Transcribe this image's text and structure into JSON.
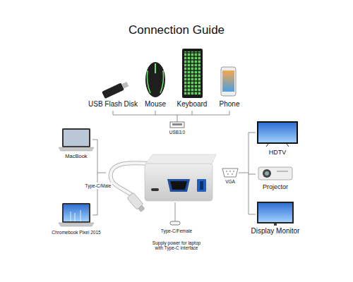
{
  "diagram": {
    "title": "Connection Guide",
    "labels": [
      "USB Flash Disk",
      "Mouse",
      "Keyboard",
      "Phone",
      "USB3.0",
      "MacBook",
      "Type-C/Male",
      "Chromebook Pixel 2015",
      "VGA",
      "HDTV",
      "Projector",
      "Display Monitor",
      "Type-C/Female",
      "Supply power for laptop with Type-C interface"
    ]
  }
}
